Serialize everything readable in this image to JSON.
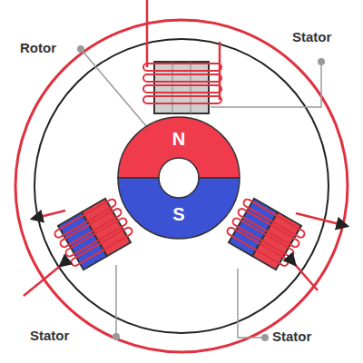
{
  "diagram": {
    "nodes": [
      {
        "text": [
          "N"
        ]
      },
      {
        "text": [
          "S"
        ]
      }
    ],
    "labels": [
      "Rotor",
      "Stator",
      "Stator",
      "Stator"
    ]
  }
}
